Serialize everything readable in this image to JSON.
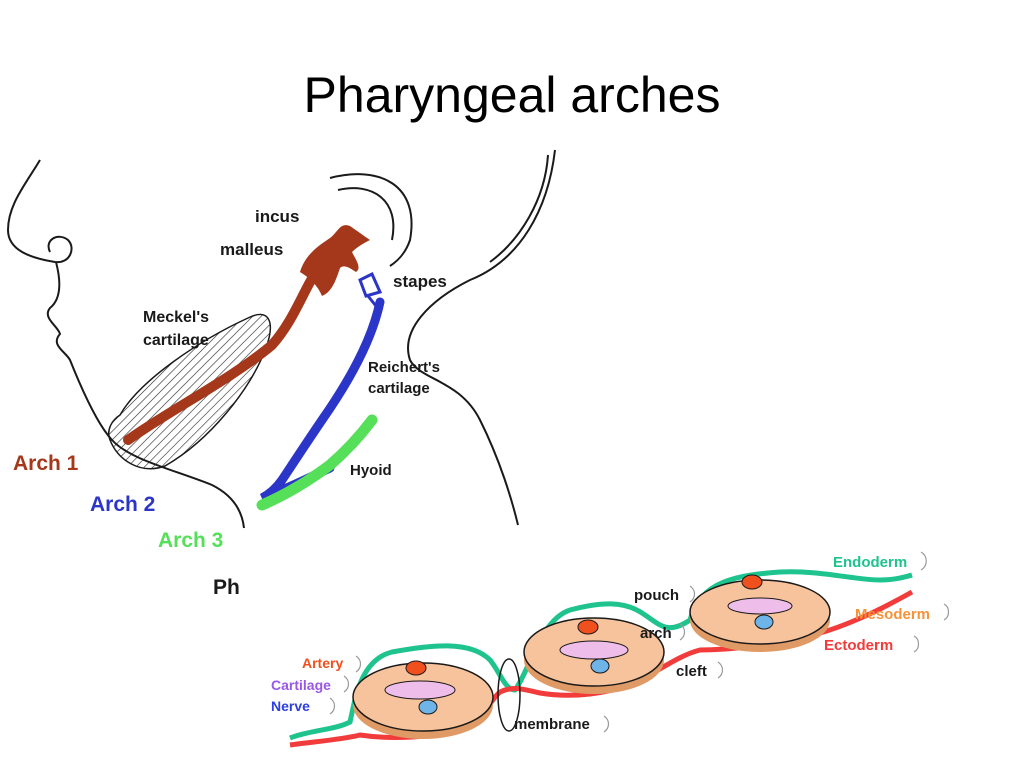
{
  "slide": {
    "title": "Pharyngeal arches"
  },
  "head_diagram": {
    "labels": {
      "incus": "incus",
      "malleus": "malleus",
      "stapes": "stapes",
      "meckels_line1": "Meckel's",
      "meckels_line2": "cartilage",
      "reicherts_line1": "Reichert's",
      "reicherts_line2": "cartilage",
      "hyoid": "Hyoid",
      "arch1": "Arch 1",
      "arch2": "Arch 2",
      "arch3": "Arch 3",
      "ph": "Ph"
    },
    "colors": {
      "arch1": "#a5381b",
      "arch2": "#2b35c8",
      "arch3": "#56e05a",
      "outline": "#1a1a1a"
    }
  },
  "section_diagram": {
    "labels": {
      "endoderm": "Endoderm",
      "mesoderm": "Mesoderm",
      "ectoderm": "Ectoderm",
      "pouch": "pouch",
      "arch": "arch",
      "cleft": "cleft",
      "membrane": "membrane",
      "artery": "Artery",
      "cartilage": "Cartilage",
      "nerve": "Nerve"
    },
    "colors": {
      "endoderm": "#1fc38e",
      "mesoderm": "#f5923a",
      "ectoderm": "#f23b3b",
      "artery": "#f0501e",
      "cartilage": "#9a58e6",
      "nerve": "#2c3fe0",
      "arch_fill": "#f6c39c"
    }
  }
}
